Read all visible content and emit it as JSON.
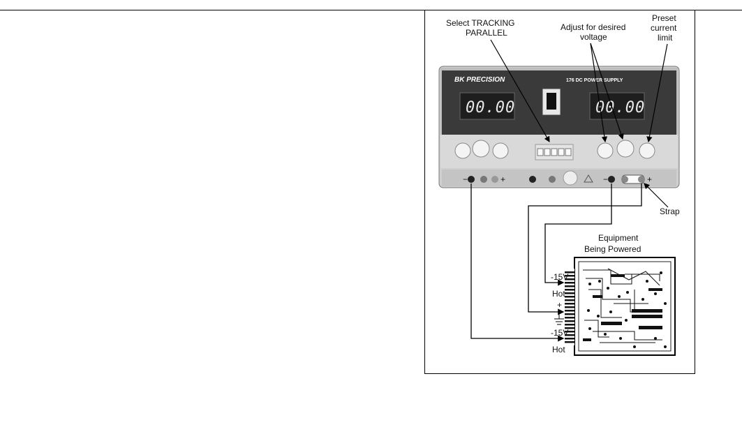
{
  "figure": {
    "callouts": {
      "select_tracking_line1": "Select TRACKING",
      "select_tracking_line2": "PARALLEL",
      "adjust_line1": "Adjust for desired",
      "adjust_line2": "voltage",
      "preset_line1": "Preset",
      "preset_line2": "current",
      "preset_line3": "limit",
      "strap": "Strap"
    },
    "supply": {
      "brand": "BK PRECISION",
      "model": "176   DC POWER SUPPLY",
      "display_left": "00.00",
      "display_right": "00.00",
      "minus": "−",
      "plus": "+"
    },
    "equipment": {
      "title_line1": "Equipment",
      "title_line2": "Being Powered",
      "neg_top": "-15V",
      "hot_top": "Hot",
      "plus": "+",
      "neg_bottom": "-15V",
      "hot_bottom": "Hot"
    }
  }
}
